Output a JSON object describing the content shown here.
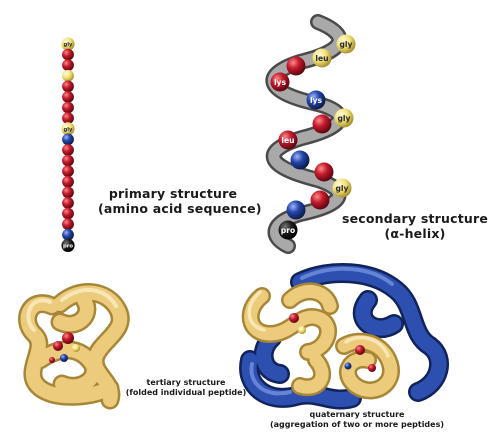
{
  "panels": {
    "primary": {
      "title": "primary structure",
      "subtitle": "(amino acid sequence)",
      "residue_labels": [
        "gly",
        "gly",
        "pro"
      ]
    },
    "secondary": {
      "title": "secondary structure",
      "subtitle": "(α-helix)",
      "residue_labels": [
        "gly",
        "leu",
        "lys",
        "lys",
        "gly",
        "leu",
        "gly",
        "pro"
      ]
    },
    "tertiary": {
      "title": "tertiary structure",
      "subtitle": "(folded individual peptide)"
    },
    "quaternary": {
      "title": "quaternary structure",
      "subtitle": "(aggregation of two or more peptides)"
    }
  },
  "colors": {
    "residue_red": "#b8162a",
    "residue_blue": "#1e3f9a",
    "residue_yellow": "#f1e37a",
    "residue_black": "#141414",
    "backbone_grey": "#9c9c9c",
    "tube_yellow": "#eccb7c",
    "tube_blue": "#233f9c"
  }
}
